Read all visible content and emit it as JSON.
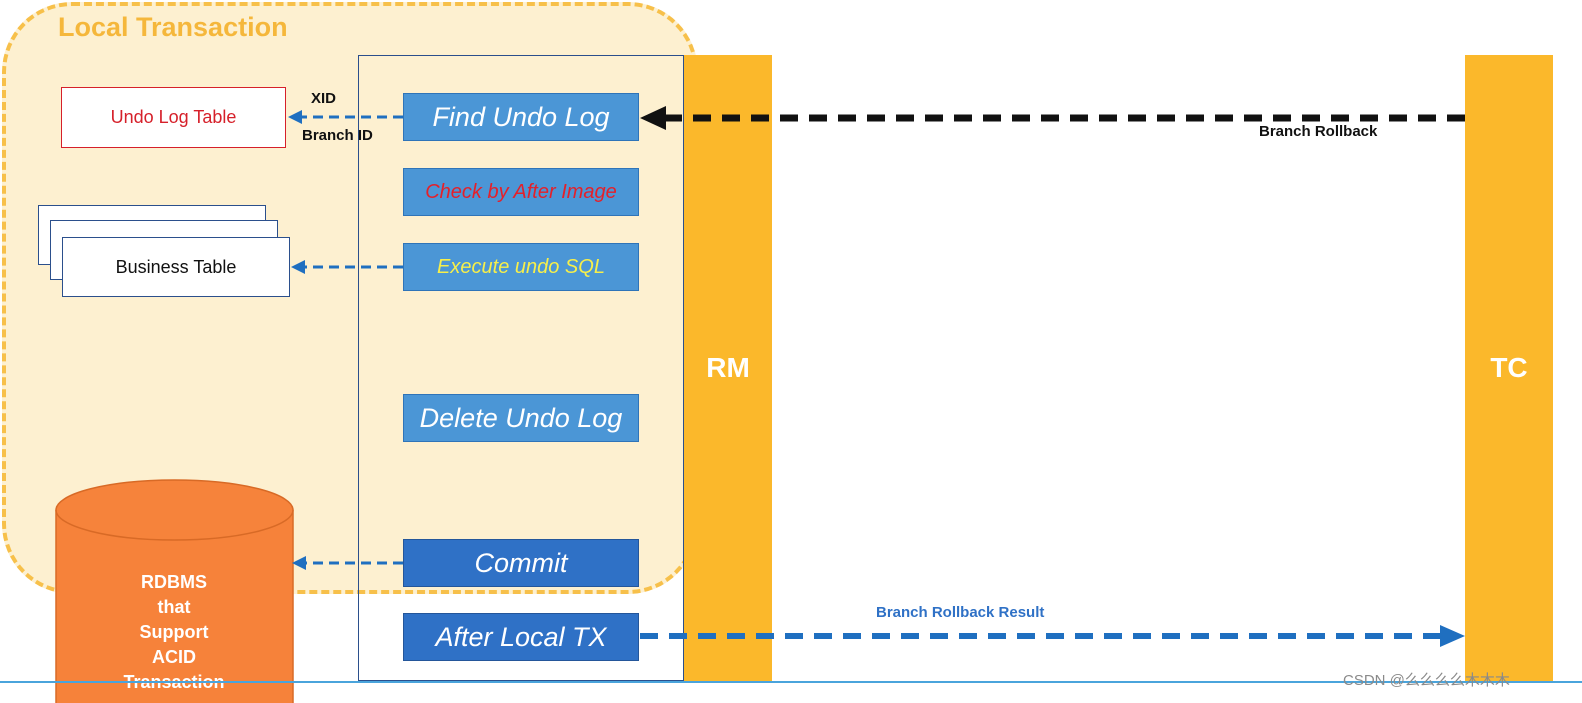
{
  "local_transaction": {
    "title": "Local Transaction"
  },
  "tables": {
    "undo_log_table": "Undo Log Table",
    "business_table": "Business Table"
  },
  "steps": [
    {
      "label": "Find Undo Log"
    },
    {
      "label": "Check by After Image"
    },
    {
      "label": "Execute undo SQL"
    },
    {
      "label": "Delete Undo Log"
    },
    {
      "label": "Commit"
    },
    {
      "label": "After Local TX"
    }
  ],
  "bars": {
    "rm": "RM",
    "tc": "TC"
  },
  "arrow_labels": {
    "xid": "XID",
    "branch_id": "Branch ID",
    "branch_rollback": "Branch Rollback",
    "branch_rollback_result": "Branch Rollback Result"
  },
  "database": {
    "lines": [
      "RDBMS",
      "that",
      "Support",
      "ACID",
      "Transaction"
    ]
  },
  "watermark": "CSDN @么么么么木木木",
  "colors": {
    "bar_orange": "#fbb82b",
    "local_tx_fill": "#fdf0d0",
    "local_tx_border": "#f7c04a",
    "step_blue": "#4b96d6",
    "step_dark_blue": "#2f71c6",
    "arrow_blue": "#1f6fc0",
    "db_orange": "#f6823a"
  }
}
